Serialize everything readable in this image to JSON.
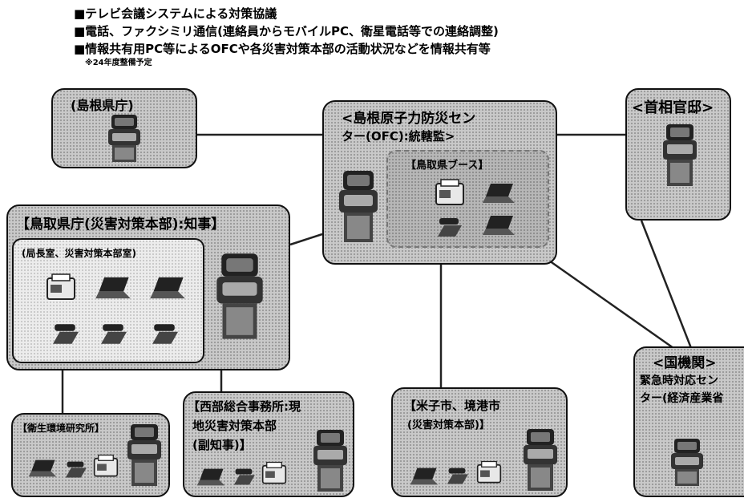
{
  "header": {
    "bullets": [
      "■テレビ会議システムによる対策協議",
      "■電話、ファクシミリ通信(連絡員からモバイルPC、衛星電話等での連絡調整)",
      "■情報共有用PC等によるOFCや各災害対策本部の活動状況などを情報共有等"
    ],
    "note": "※24年度整備予定"
  },
  "nodes": {
    "shimane_pref": "(島根県庁)",
    "ofc_line1": "<島根原子力防災セン",
    "ofc_line2": "ター(OFC):統轄監>",
    "tottori_booth": "【鳥取県ブース】",
    "pm_office": "<首相官邸>",
    "tottori_pref": "【鳥取県庁(災害対策本部):知事】",
    "director_room": "(局長室、災害対策本部室)",
    "gov_line1": "<国機関>",
    "gov_line2": "緊急時対応セン",
    "gov_line3": "ター(経済産業省",
    "eiken": "【衛生環境研究所】",
    "seibu_line1": "【西部総合事務所:現",
    "seibu_line2": "地災害対策本部",
    "seibu_line3": "(副知事)】",
    "yonago_line1": "【米子市、境港市",
    "yonago_line2": "(災害対策本部)】"
  }
}
